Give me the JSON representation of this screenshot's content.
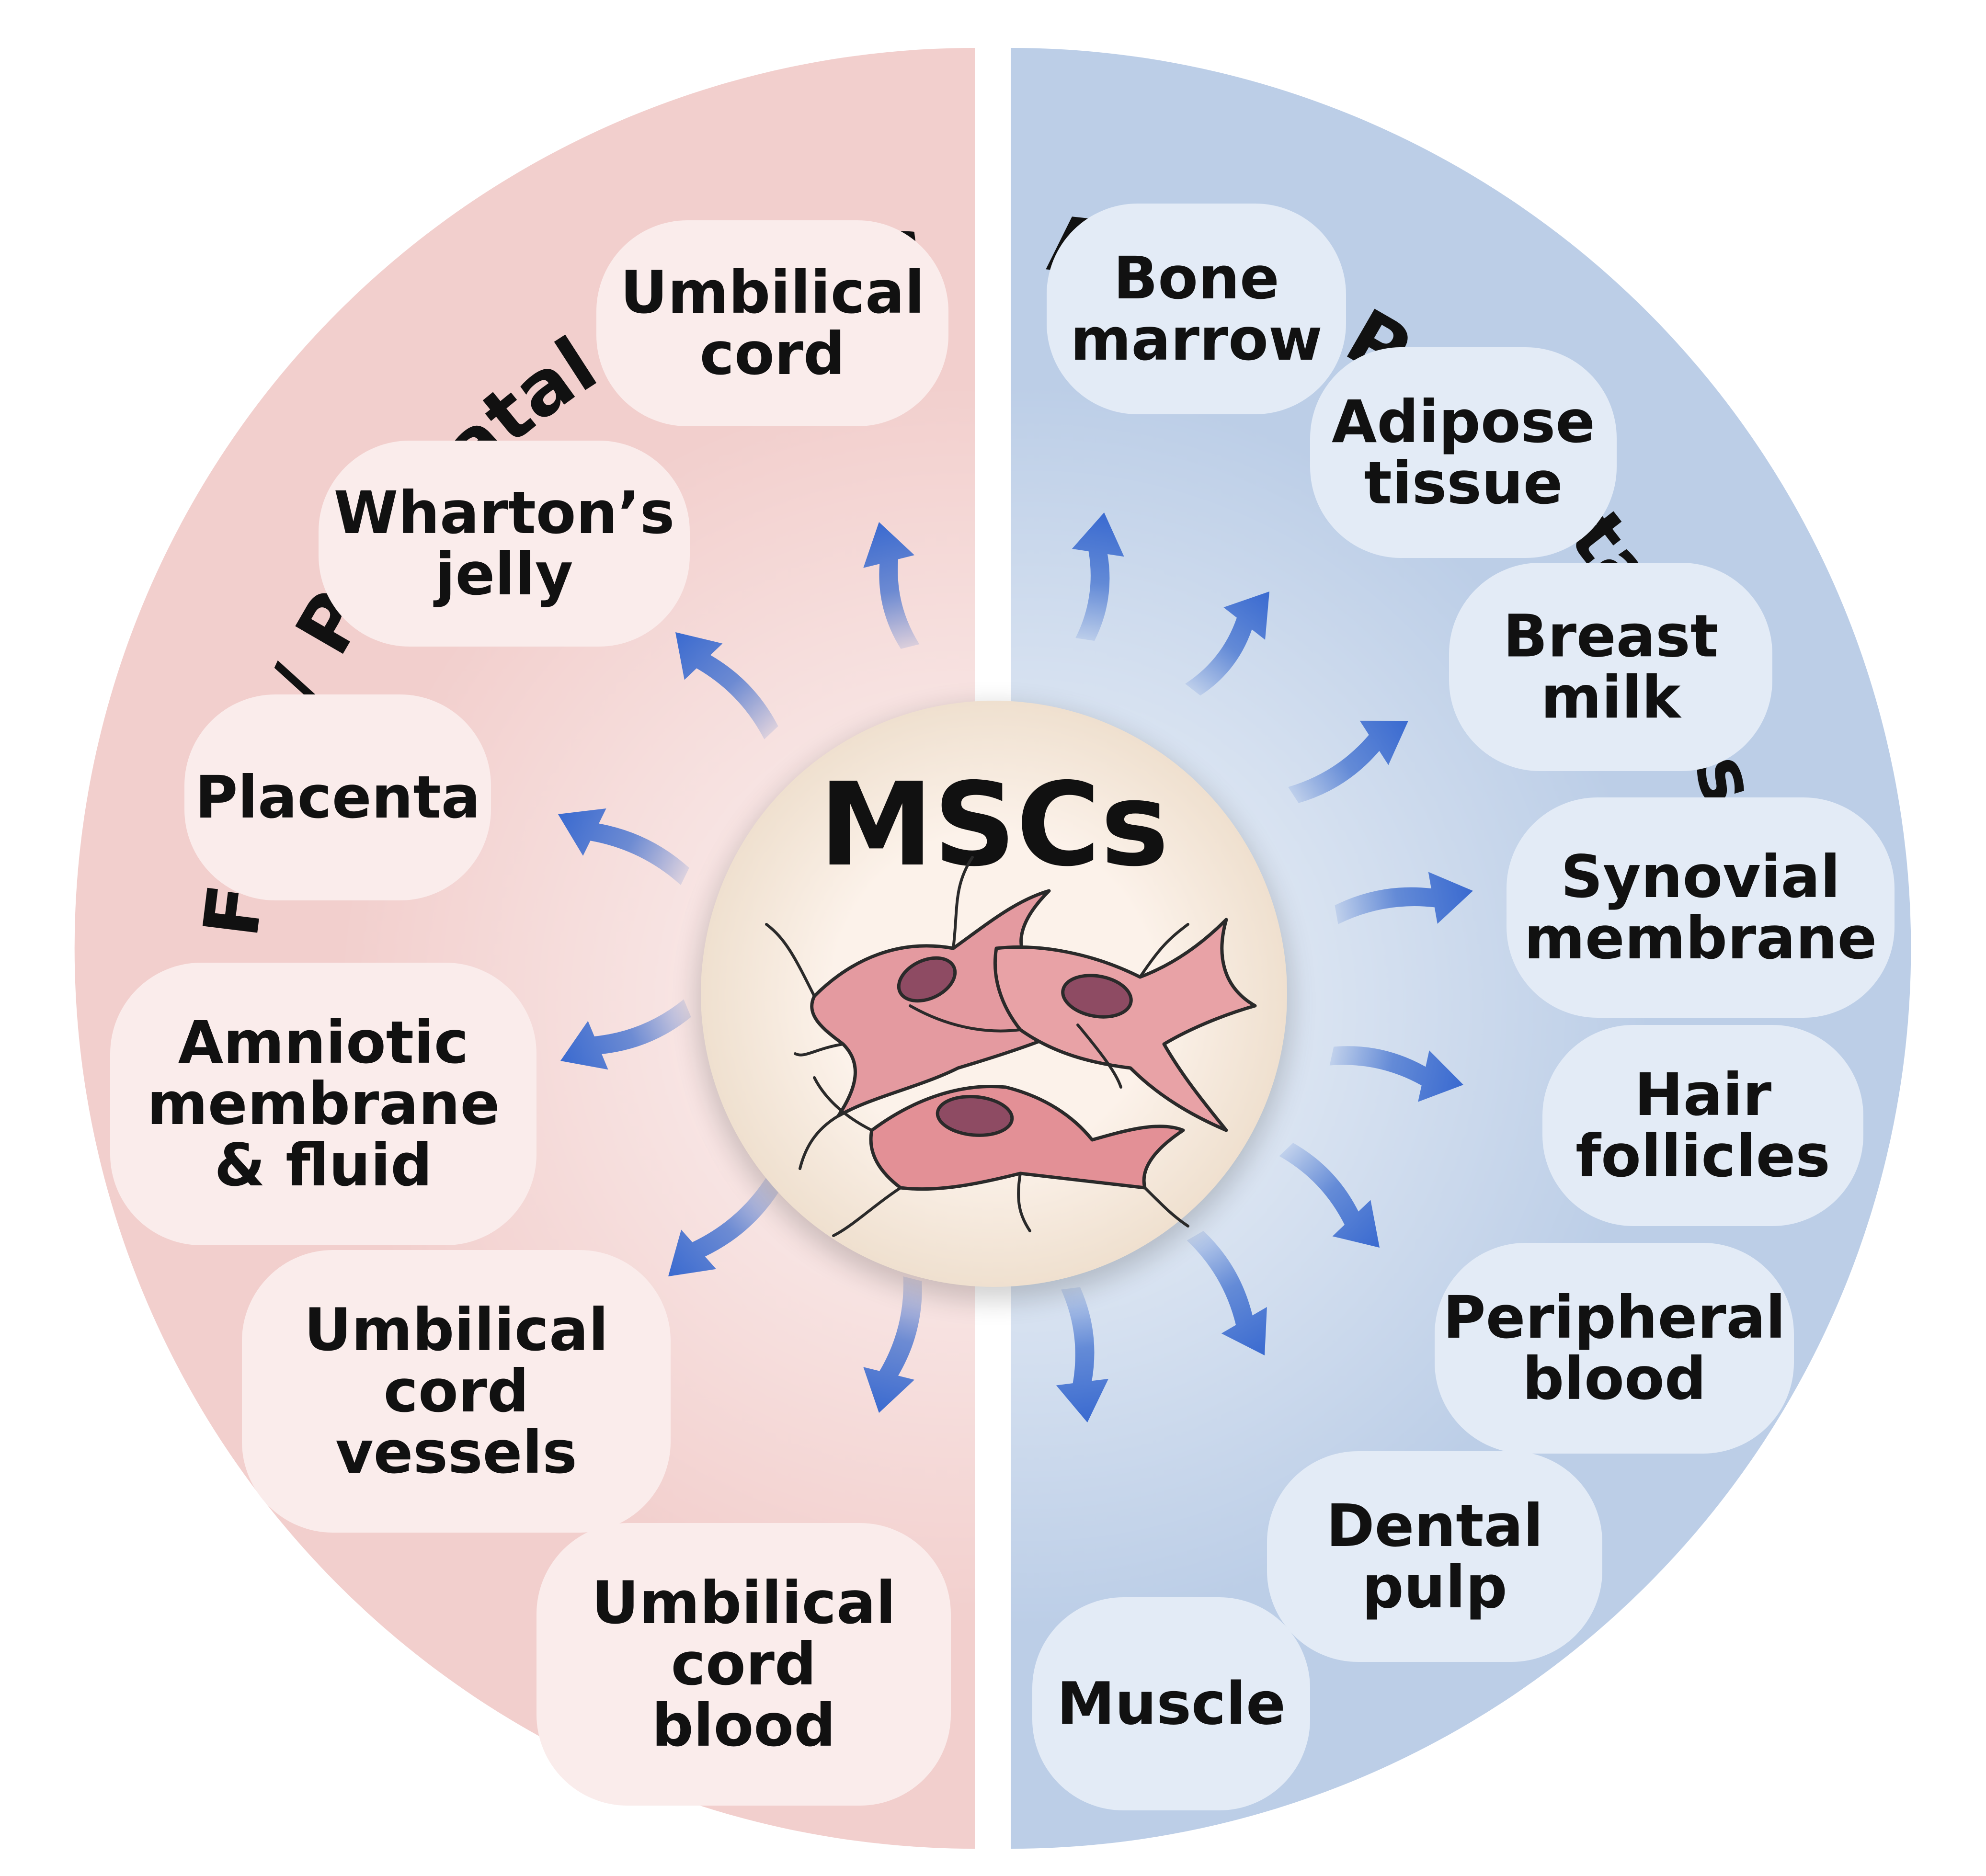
{
  "center": {
    "label": "MSCs"
  },
  "left": {
    "title": "Fetal / Perinatal Tissues",
    "sources": [
      {
        "lines": [
          "Umbilical",
          "cord"
        ]
      },
      {
        "lines": [
          "Wharton’s",
          "jelly"
        ]
      },
      {
        "lines": [
          "Placenta"
        ]
      },
      {
        "lines": [
          "Amniotic",
          "membrane",
          "& fluid"
        ]
      },
      {
        "lines": [
          "Umbilical",
          "cord",
          "vessels"
        ]
      },
      {
        "lines": [
          "Umbilical",
          "cord",
          "blood"
        ]
      }
    ]
  },
  "right": {
    "title": "Adult / Postnatal Tissues",
    "sources": [
      {
        "lines": [
          "Bone",
          "marrow"
        ]
      },
      {
        "lines": [
          "Adipose",
          "tissue"
        ]
      },
      {
        "lines": [
          "Breast",
          "milk"
        ]
      },
      {
        "lines": [
          "Synovial",
          "membrane"
        ]
      },
      {
        "lines": [
          "Hair",
          "follicles"
        ]
      },
      {
        "lines": [
          "Peripheral",
          "blood"
        ]
      },
      {
        "lines": [
          "Dental",
          "pulp"
        ]
      },
      {
        "lines": [
          "Muscle"
        ]
      }
    ]
  },
  "colors": {
    "left_panel": "#f2cfcd",
    "left_pill": "#faeceb",
    "right_panel": "#bccee7",
    "right_pill": "#e3ebf6",
    "arrow": "#3f6fcf",
    "center_disc": "#fcf2ea",
    "cell_body": "#e49aa0",
    "nucleus": "#8e4b63",
    "outline": "#2a2a2a"
  }
}
